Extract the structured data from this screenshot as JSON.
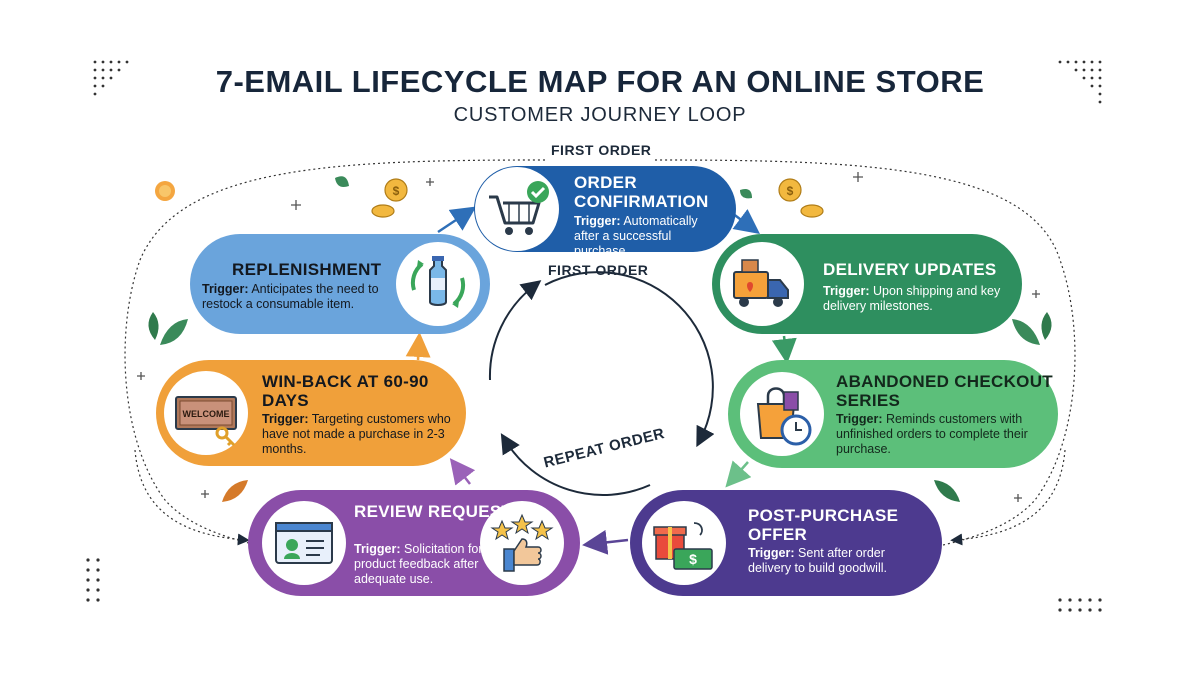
{
  "header": {
    "title": "7-EMAIL LIFECYCLE MAP FOR AN ONLINE STORE",
    "subtitle": "CUSTOMER JOURNEY LOOP"
  },
  "loop": {
    "outer_label": "FIRST ORDER",
    "inner_label": "FIRST ORDER",
    "repeat_label": "REPEAT ORDER"
  },
  "trigger_prefix": "Trigger:",
  "stages": [
    {
      "title": "ORDER CONFIRMATION",
      "trigger": "Automatically after a successful purchase.",
      "color": "#1f5ea8",
      "icon": "shopping-cart-check-icon"
    },
    {
      "title": "DELIVERY UPDATES",
      "trigger": "Upon shipping and key delivery milestones.",
      "color": "#2e8f5f",
      "icon": "delivery-truck-icon"
    },
    {
      "title": "ABANDONED CHECKOUT SERIES",
      "trigger": "Reminds customers with unfinished orders to complete their purchase.",
      "color": "#5cbf7a",
      "icon": "shopping-bag-clock-icon"
    },
    {
      "title": "POST-PURCHASE OFFER",
      "trigger": "Sent after order delivery to build goodwill.",
      "color": "#4d3a8f",
      "icon": "gift-coupon-icon"
    },
    {
      "title": "REVIEW REQUEST",
      "trigger": "Solicitation for product feedback after adequate use.",
      "color": "#8a4ea8",
      "icon": "stars-thumbs-up-icon"
    },
    {
      "title": "WIN-BACK AT 60-90 DAYS",
      "trigger": "Targeting customers who have not made a purchase in 2-3 months.",
      "color": "#f0a03a",
      "icon": "welcome-mat-key-icon"
    },
    {
      "title": "REPLENISHMENT",
      "trigger": "Anticipates the need to restock a consumable item.",
      "color": "#6aa4dc",
      "icon": "bottle-refresh-icon"
    }
  ]
}
